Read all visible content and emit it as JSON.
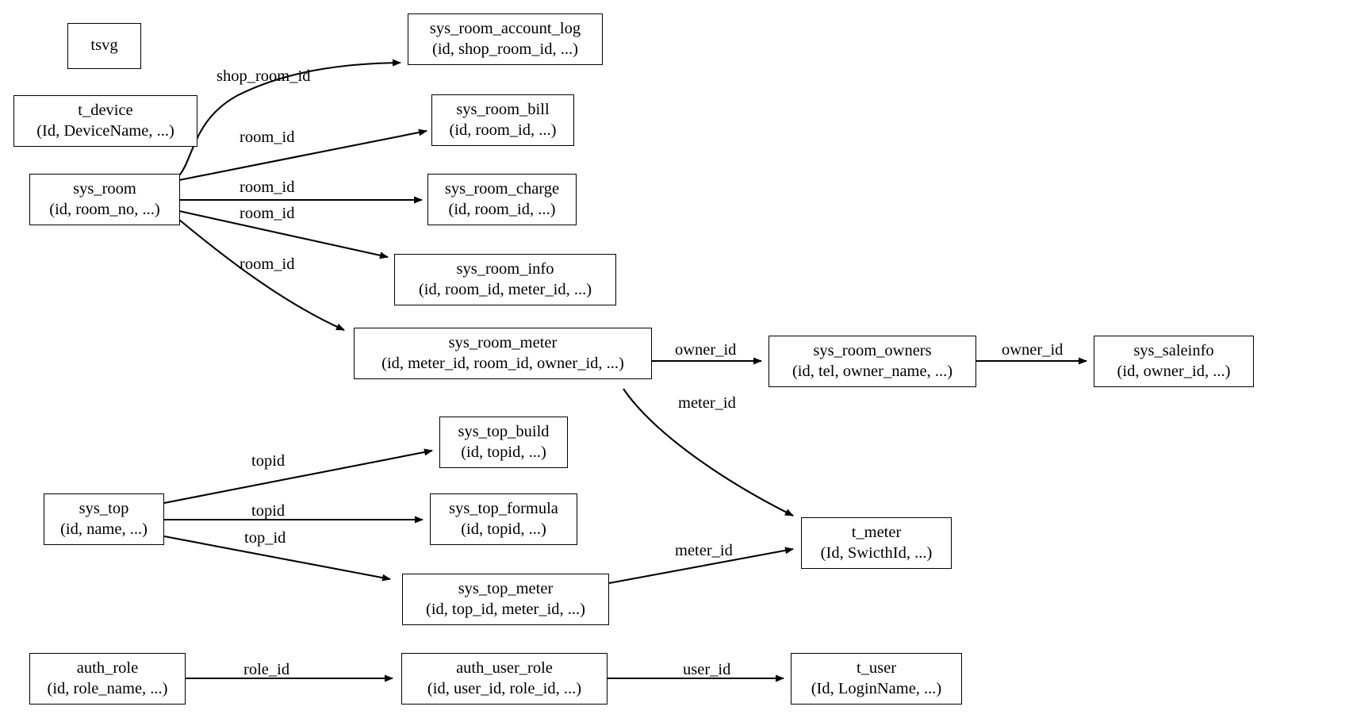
{
  "diagram": {
    "title": "Database table relationship diagram",
    "background_color": "#ffffff",
    "stroke_color": "#000000",
    "nodes": [
      {
        "id": "tsvg",
        "name": "tsvg",
        "cols": ""
      },
      {
        "id": "t_device",
        "name": "t_device",
        "cols": "(Id, DeviceName, ...)"
      },
      {
        "id": "sys_room",
        "name": "sys_room",
        "cols": "(id, room_no, ...)"
      },
      {
        "id": "sys_room_account_log",
        "name": "sys_room_account_log",
        "cols": "(id, shop_room_id, ...)"
      },
      {
        "id": "sys_room_bill",
        "name": "sys_room_bill",
        "cols": "(id, room_id, ...)"
      },
      {
        "id": "sys_room_charge",
        "name": "sys_room_charge",
        "cols": "(id, room_id, ...)"
      },
      {
        "id": "sys_room_info",
        "name": "sys_room_info",
        "cols": "(id, room_id, meter_id, ...)"
      },
      {
        "id": "sys_room_meter",
        "name": "sys_room_meter",
        "cols": "(id, meter_id, room_id, owner_id, ...)"
      },
      {
        "id": "sys_room_owners",
        "name": "sys_room_owners",
        "cols": "(id, tel, owner_name, ...)"
      },
      {
        "id": "sys_saleinfo",
        "name": "sys_saleinfo",
        "cols": "(id, owner_id, ...)"
      },
      {
        "id": "sys_top_build",
        "name": "sys_top_build",
        "cols": "(id, topid, ...)"
      },
      {
        "id": "sys_top",
        "name": "sys_top",
        "cols": "(id, name, ...)"
      },
      {
        "id": "sys_top_formula",
        "name": "sys_top_formula",
        "cols": "(id, topid, ...)"
      },
      {
        "id": "sys_top_meter",
        "name": "sys_top_meter",
        "cols": "(id, top_id, meter_id, ...)"
      },
      {
        "id": "t_meter",
        "name": "t_meter",
        "cols": "(Id, SwicthId, ...)"
      },
      {
        "id": "auth_role",
        "name": "auth_role",
        "cols": "(id, role_name, ...)"
      },
      {
        "id": "auth_user_role",
        "name": "auth_user_role",
        "cols": "(id, user_id, role_id, ...)"
      },
      {
        "id": "t_user",
        "name": "t_user",
        "cols": "(Id, LoginName, ...)"
      }
    ],
    "edges": [
      {
        "id": "e1",
        "from": "sys_room",
        "to": "sys_room_account_log",
        "label": "shop_room_id"
      },
      {
        "id": "e2",
        "from": "sys_room",
        "to": "sys_room_bill",
        "label": "room_id"
      },
      {
        "id": "e3",
        "from": "sys_room",
        "to": "sys_room_charge",
        "label": "room_id"
      },
      {
        "id": "e4",
        "from": "sys_room",
        "to": "sys_room_info",
        "label": "room_id"
      },
      {
        "id": "e5",
        "from": "sys_room",
        "to": "sys_room_meter",
        "label": "room_id"
      },
      {
        "id": "e6",
        "from": "sys_room_meter",
        "to": "sys_room_owners",
        "label": "owner_id"
      },
      {
        "id": "e7",
        "from": "sys_room_owners",
        "to": "sys_saleinfo",
        "label": "owner_id"
      },
      {
        "id": "e8",
        "from": "sys_room_meter",
        "to": "t_meter",
        "label": "meter_id"
      },
      {
        "id": "e9",
        "from": "sys_top",
        "to": "sys_top_build",
        "label": "topid"
      },
      {
        "id": "e10",
        "from": "sys_top",
        "to": "sys_top_formula",
        "label": "topid"
      },
      {
        "id": "e11",
        "from": "sys_top",
        "to": "sys_top_meter",
        "label": "top_id"
      },
      {
        "id": "e12",
        "from": "sys_top_meter",
        "to": "t_meter",
        "label": "meter_id"
      },
      {
        "id": "e13",
        "from": "auth_role",
        "to": "auth_user_role",
        "label": "role_id"
      },
      {
        "id": "e14",
        "from": "auth_user_role",
        "to": "t_user",
        "label": "user_id"
      }
    ]
  }
}
